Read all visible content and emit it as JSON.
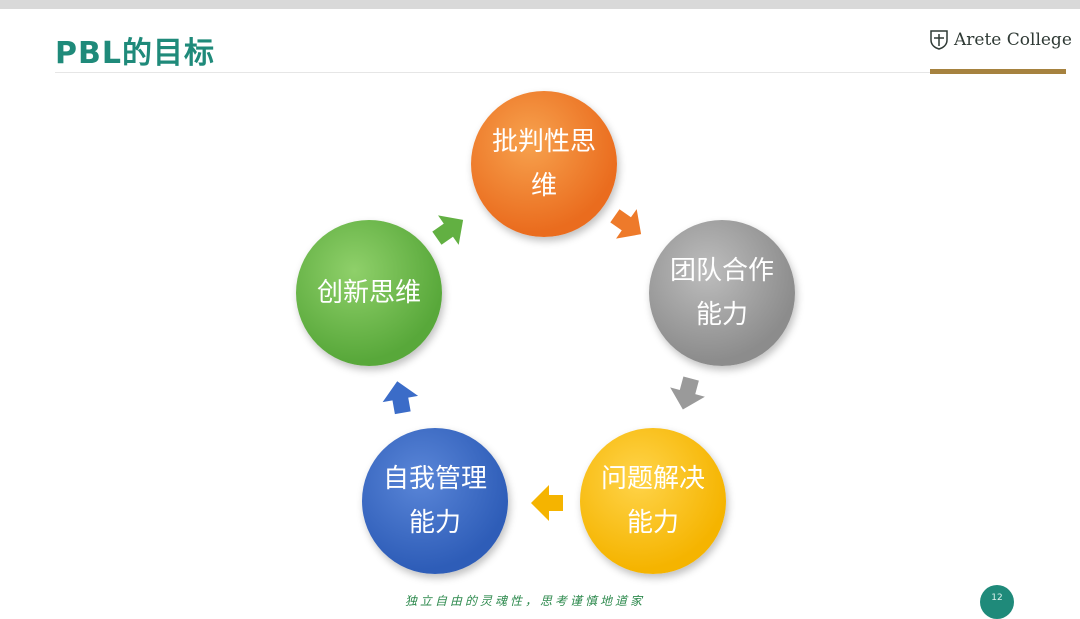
{
  "slide": {
    "title": "PBL的目标",
    "logo_text": "Arete College",
    "footer_slogan": "独立自由的灵魂性，思考谨慎地道家",
    "page_number": "12"
  },
  "cycle": {
    "nodes": [
      {
        "label": "批判性思维",
        "color": "#ea6c1e"
      },
      {
        "label": "团队合作能力",
        "color": "#8c8c8c"
      },
      {
        "label": "问题解决能力",
        "color": "#f5b400"
      },
      {
        "label": "自我管理能力",
        "color": "#2e5db8"
      },
      {
        "label": "创新思维",
        "color": "#58a83a"
      }
    ]
  },
  "colors": {
    "title": "#1f8a7a",
    "logo_bar": "#a6823f"
  }
}
